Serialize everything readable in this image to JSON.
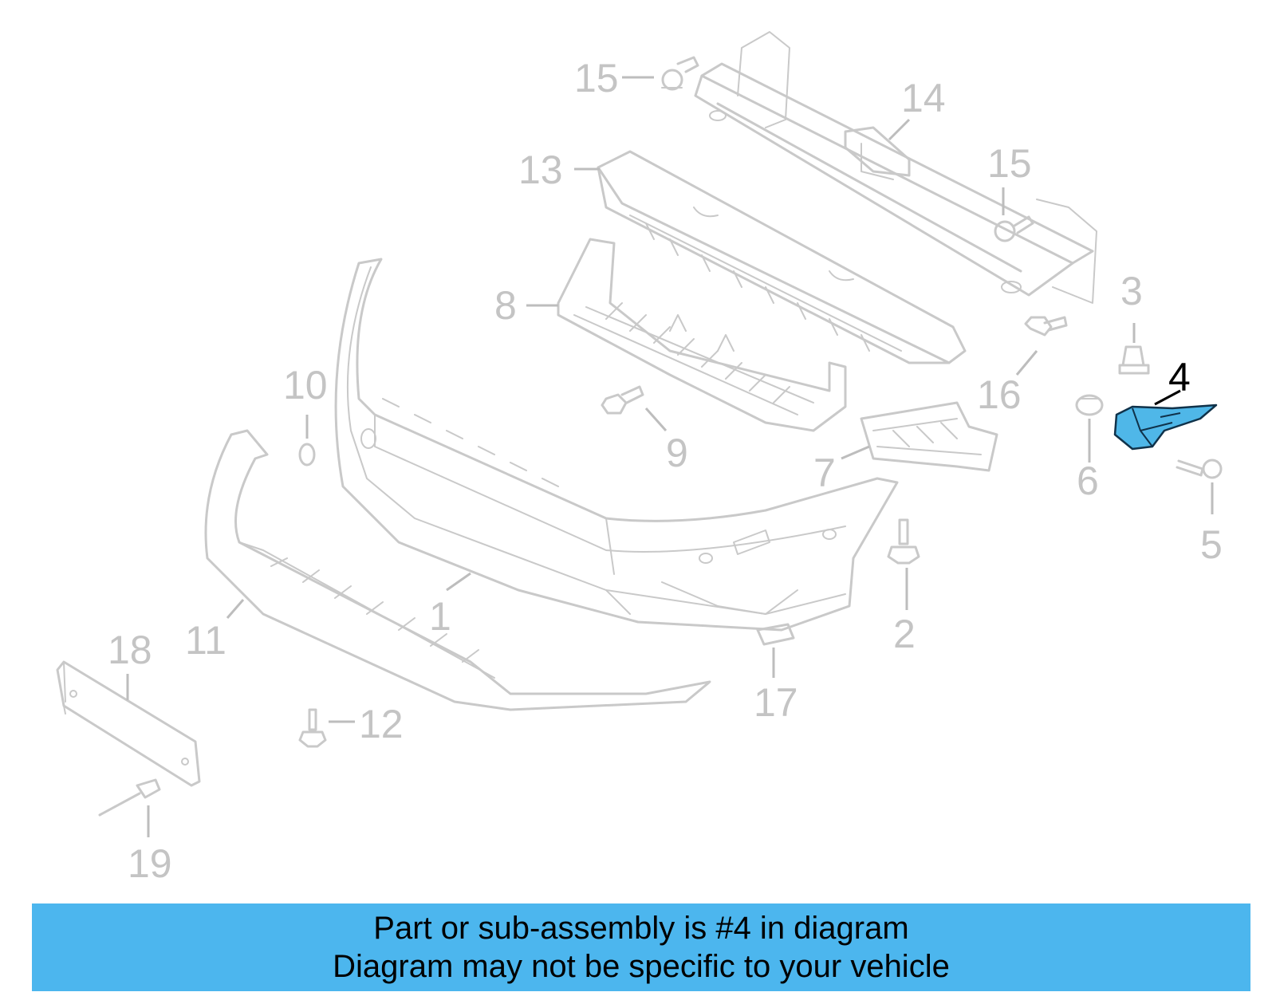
{
  "highlight_color": "#4fb7e8",
  "banner_color": "#4cb6ee",
  "diagram": {
    "callouts": [
      {
        "id": "1",
        "text": "1"
      },
      {
        "id": "2",
        "text": "2"
      },
      {
        "id": "3",
        "text": "3"
      },
      {
        "id": "4",
        "text": "4",
        "highlighted": true
      },
      {
        "id": "5",
        "text": "5"
      },
      {
        "id": "6",
        "text": "6"
      },
      {
        "id": "7",
        "text": "7"
      },
      {
        "id": "8",
        "text": "8"
      },
      {
        "id": "9",
        "text": "9"
      },
      {
        "id": "10",
        "text": "10"
      },
      {
        "id": "11",
        "text": "11"
      },
      {
        "id": "12",
        "text": "12"
      },
      {
        "id": "13",
        "text": "13"
      },
      {
        "id": "14",
        "text": "14"
      },
      {
        "id": "15a",
        "text": "15"
      },
      {
        "id": "15b",
        "text": "15"
      },
      {
        "id": "16",
        "text": "16"
      },
      {
        "id": "17",
        "text": "17"
      },
      {
        "id": "18",
        "text": "18"
      },
      {
        "id": "19",
        "text": "19"
      }
    ]
  },
  "banner": {
    "line1": "Part or sub-assembly is #4 in diagram",
    "line2": "Diagram may not be specific to your vehicle"
  }
}
